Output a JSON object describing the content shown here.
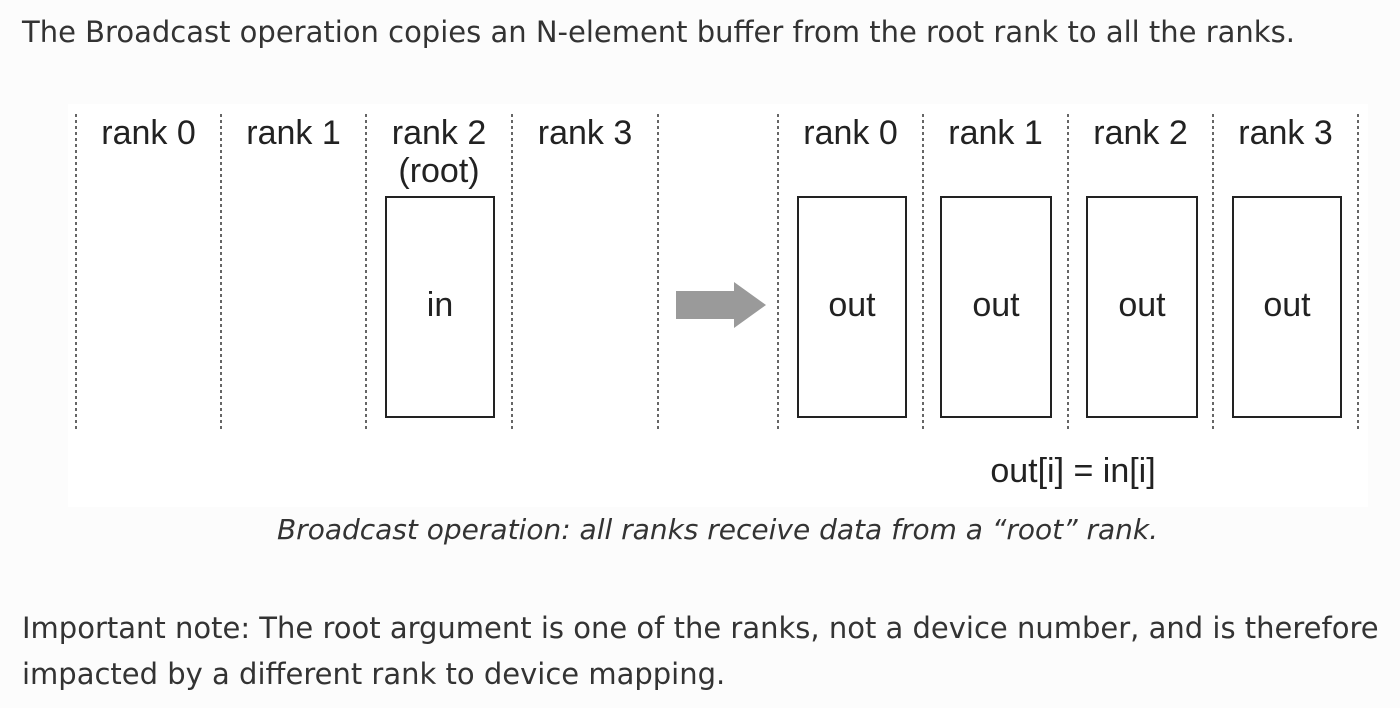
{
  "intro_text": "The Broadcast operation copies an N-element buffer from the root rank to all the ranks.",
  "diagram": {
    "before": {
      "rank_labels": [
        "rank 0",
        "rank 1",
        "rank 2",
        "rank 3"
      ],
      "root_tag": "(root)",
      "buffer_label": "in"
    },
    "after": {
      "rank_labels": [
        "rank 0",
        "rank 1",
        "rank 2",
        "rank 3"
      ],
      "buffer_labels": [
        "out",
        "out",
        "out",
        "out"
      ]
    },
    "arrow_color": "#9a9a9a",
    "formula": "out[i] = in[i]"
  },
  "caption": "Broadcast operation: all ranks receive data from a “root” rank.",
  "note": "Important note: The root argument is one of the ranks, not a device number, and is therefore impacted by a different rank to device mapping."
}
